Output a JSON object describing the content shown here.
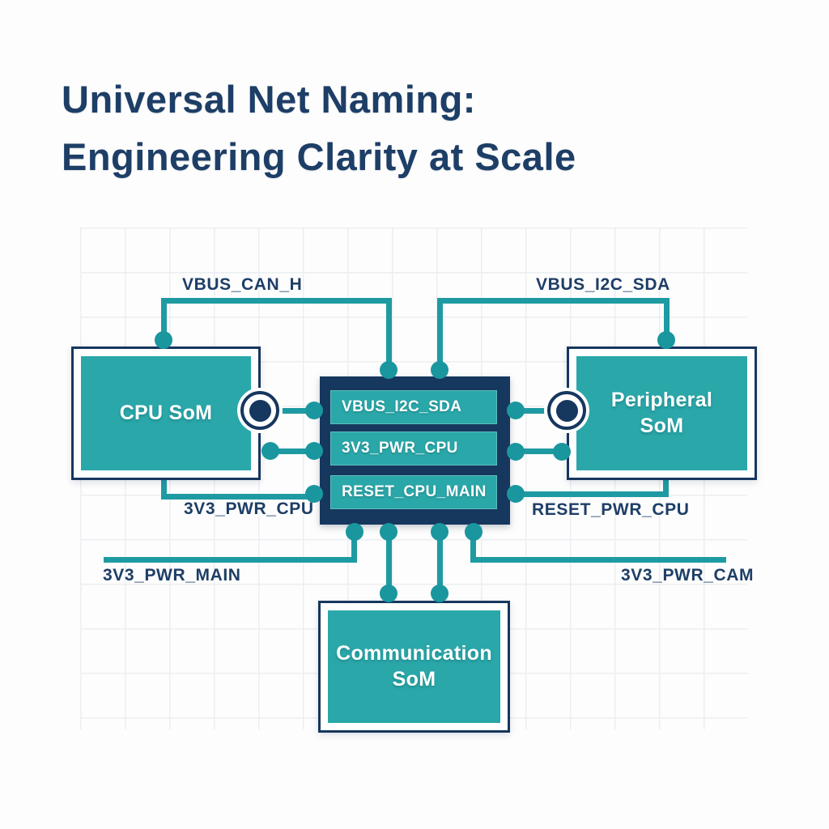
{
  "title": {
    "line1": "Universal Net Naming:",
    "line2": "Engineering Clarity at Scale"
  },
  "nodes": {
    "cpu": {
      "label": "CPU SoM"
    },
    "peripheral": {
      "label": "Peripheral SoM"
    },
    "communication": {
      "label": "Communication SoM"
    }
  },
  "hub": {
    "rows": [
      "VBUS_I2C_SDA",
      "3V3_PWR_CPU",
      "RESET_CPU_MAIN"
    ]
  },
  "nets": {
    "vbus_can_h": "VBUS_CAN_H",
    "vbus_i2c_sda": "VBUS_I2C_SDA",
    "pwr_cpu_left": "3V3_PWR_CPU",
    "reset_pwr_cpu": "RESET_PWR_CPU",
    "pwr_main": "3V3_PWR_MAIN",
    "pwr_cam": "3V3_PWR_CAM"
  },
  "colors": {
    "teal": "#2aa7a9",
    "teal_line": "#1e9ba2",
    "teal_dot": "#1a969e",
    "navy": "#16375e",
    "label_navy": "#1d3e66",
    "background": "#fdfdfd",
    "grid_line": "#eceef1"
  }
}
